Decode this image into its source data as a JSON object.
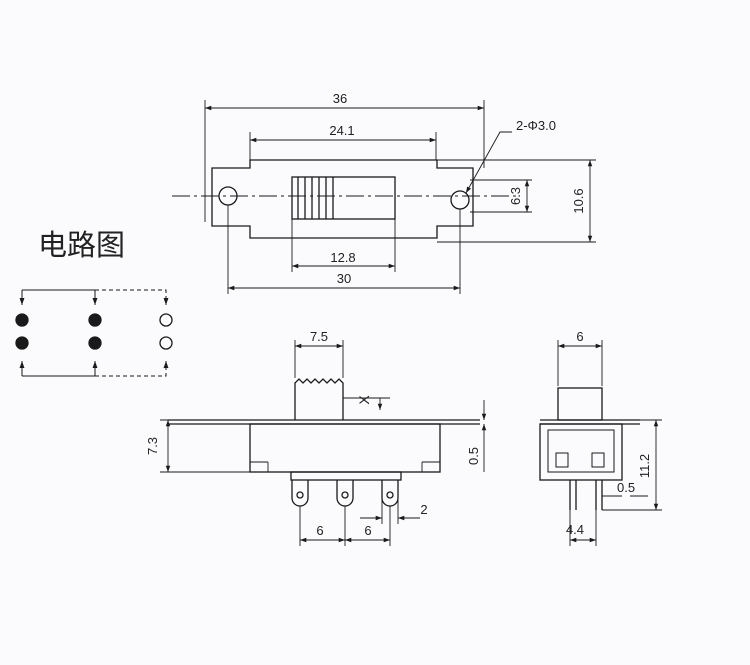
{
  "diagram": {
    "circuit_title": "电路图",
    "top_view": {
      "overall_length": "36",
      "slot_length": "24.1",
      "hole_spec": "2-Φ3.0",
      "hole_offset": "6.3",
      "height": "10.6",
      "slider_width": "12.8",
      "hole_spacing": "30"
    },
    "side_view": {
      "knob_width": "7.5",
      "knob_mark": "X",
      "body_height": "7.3",
      "plate_thickness": "0.5",
      "pin_pitch_1": "6",
      "pin_pitch_2": "6",
      "pin_width": "2"
    },
    "end_view": {
      "knob_width": "6",
      "plate_thickness": "0.5",
      "total_height": "11.2",
      "pin_spacing": "4.4"
    }
  },
  "colors": {
    "line": "#1a1a1a",
    "paper": "#fbfbfd"
  }
}
